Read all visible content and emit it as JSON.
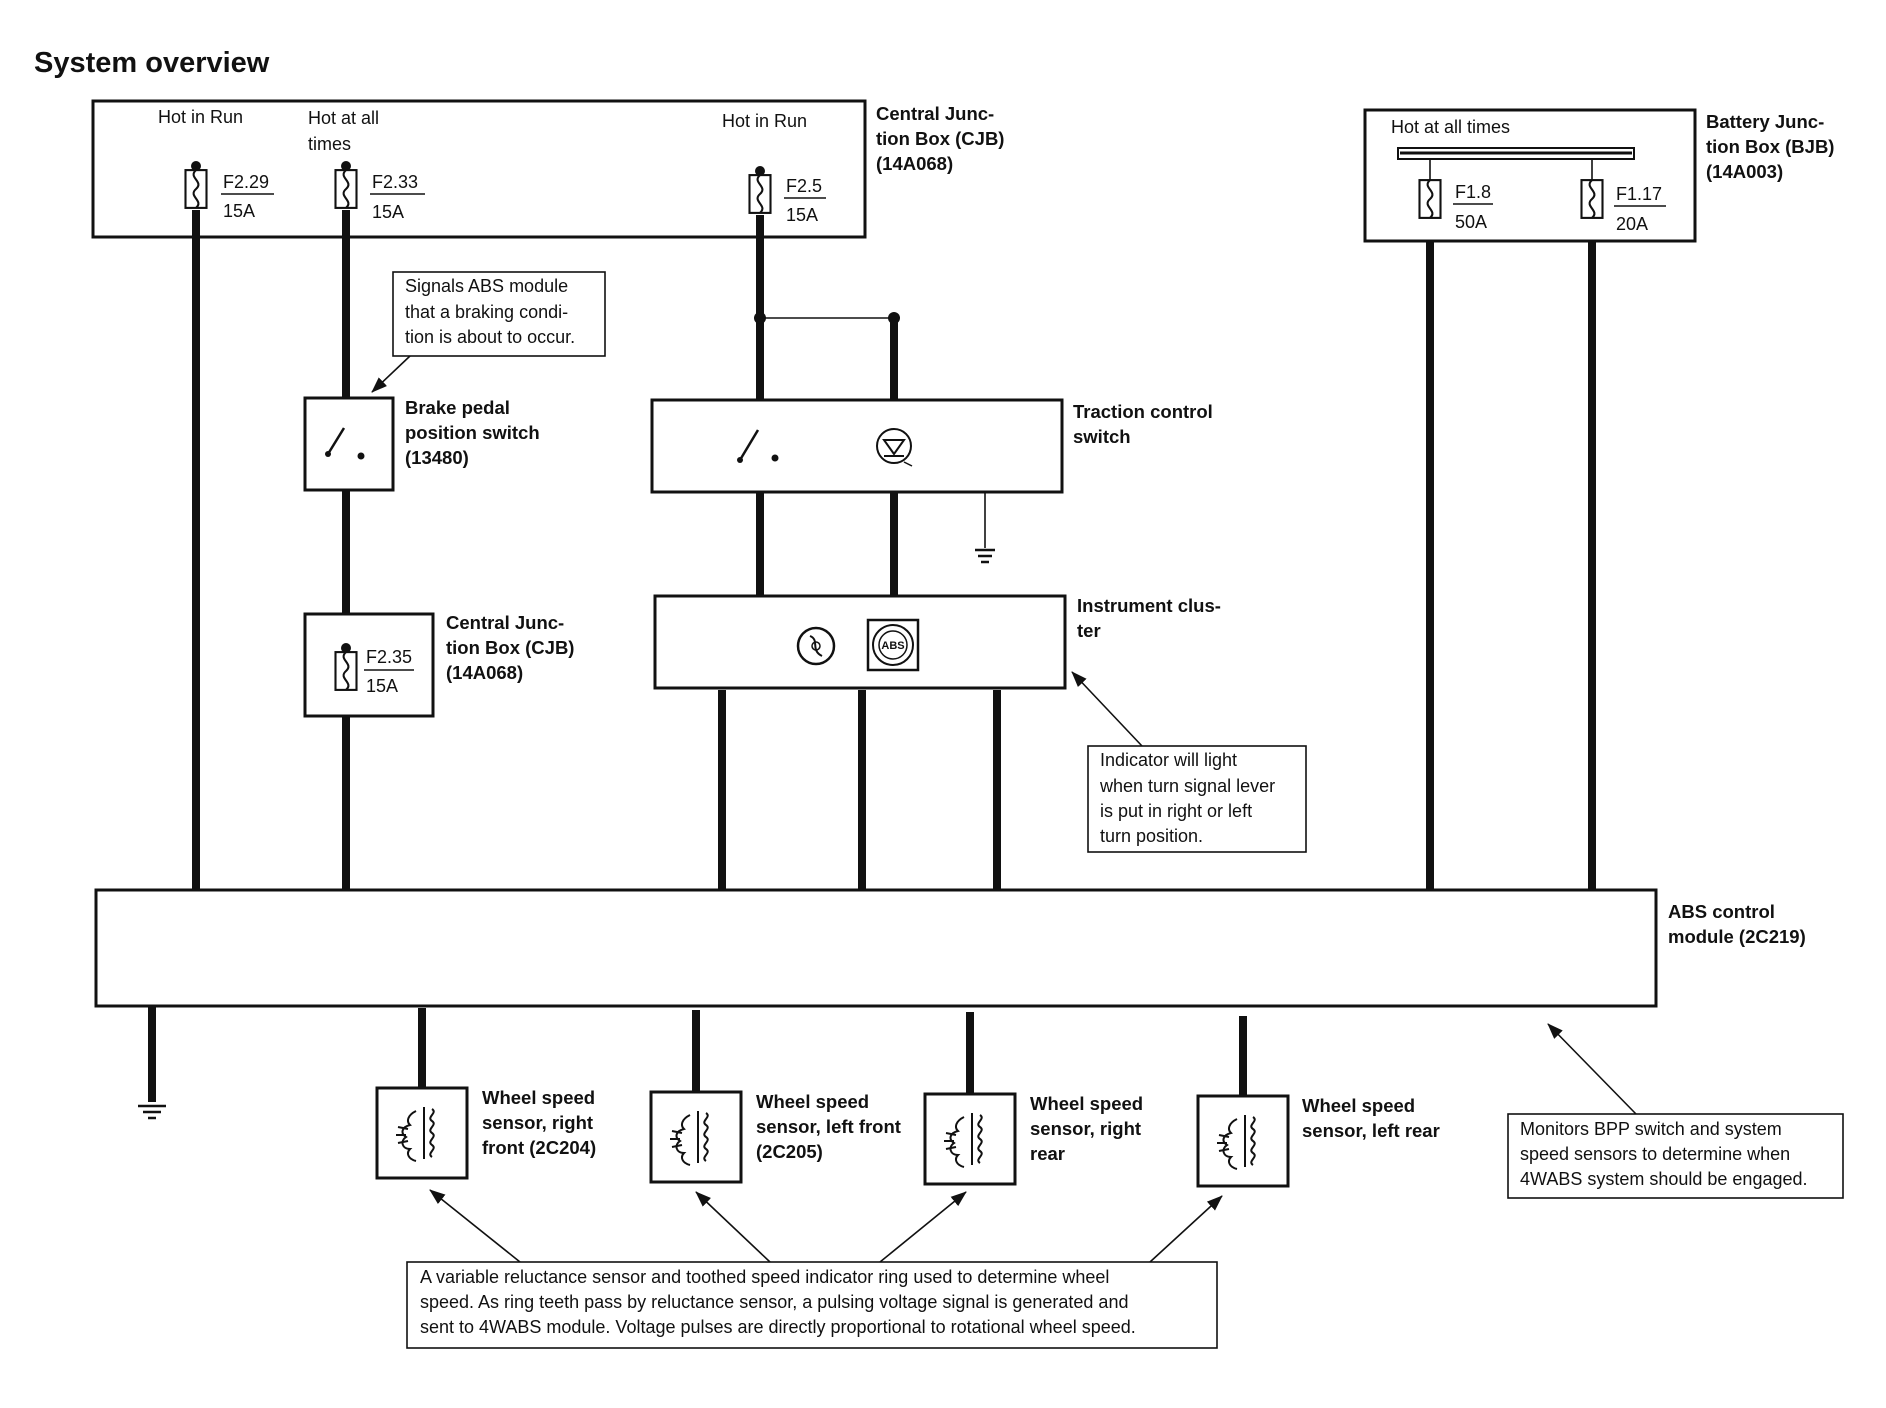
{
  "title": "System overview",
  "cjb_top": {
    "name_lines": [
      "Central Junc-",
      "tion Box (CJB)",
      "(14A068)"
    ],
    "hot_labels": [
      [
        "Hot in Run"
      ],
      [
        "Hot at all",
        "times"
      ],
      [
        "Hot in Run"
      ]
    ],
    "fuses": [
      {
        "id": "F2.29",
        "rating": "15A"
      },
      {
        "id": "F2.33",
        "rating": "15A"
      },
      {
        "id": "F2.5",
        "rating": "15A"
      }
    ]
  },
  "bjb": {
    "name_lines": [
      "Battery Junc-",
      "tion Box (BJB)",
      "(14A003)"
    ],
    "hot_label": "Hot at all times",
    "fuses": [
      {
        "id": "F1.8",
        "rating": "50A"
      },
      {
        "id": "F1.17",
        "rating": "20A"
      }
    ]
  },
  "brake_switch": {
    "name_lines": [
      "Brake pedal",
      "position switch",
      "(13480)"
    ]
  },
  "brake_callout": {
    "lines": [
      "Signals ABS module",
      "that a braking condi-",
      "tion is about to occur."
    ]
  },
  "cjb_mid": {
    "name_lines": [
      "Central Junc-",
      "tion Box (CJB)",
      "(14A068)"
    ],
    "fuse": {
      "id": "F2.35",
      "rating": "15A"
    }
  },
  "traction_switch": {
    "name_lines": [
      "Traction control",
      "switch"
    ]
  },
  "cluster": {
    "name_lines": [
      "Instrument clus-",
      "ter"
    ],
    "abs_icon_text": "ABS"
  },
  "cluster_callout": {
    "lines": [
      "Indicator will light",
      "when turn signal lever",
      "is put in right or left",
      "turn position."
    ]
  },
  "abs_module": {
    "name_lines": [
      "ABS control",
      "module (2C219)"
    ]
  },
  "abs_callout": {
    "lines": [
      "Monitors BPP switch and system",
      "speed sensors to determine when",
      "4WABS system should be engaged."
    ]
  },
  "sensors": [
    {
      "name_lines": [
        "Wheel speed",
        "sensor, right",
        "front (2C204)"
      ]
    },
    {
      "name_lines": [
        "Wheel speed",
        "sensor, left front",
        "(2C205)"
      ]
    },
    {
      "name_lines": [
        "Wheel speed",
        "sensor, right",
        "rear"
      ]
    },
    {
      "name_lines": [
        "Wheel speed",
        "sensor, left rear"
      ]
    }
  ],
  "sensor_callout": {
    "lines": [
      "A variable reluctance sensor and toothed speed indicator ring used to determine wheel",
      "speed. As ring teeth pass by reluctance sensor, a pulsing voltage signal is generated and",
      "sent to 4WABS module. Voltage pulses are directly proportional to rotational wheel speed."
    ]
  }
}
